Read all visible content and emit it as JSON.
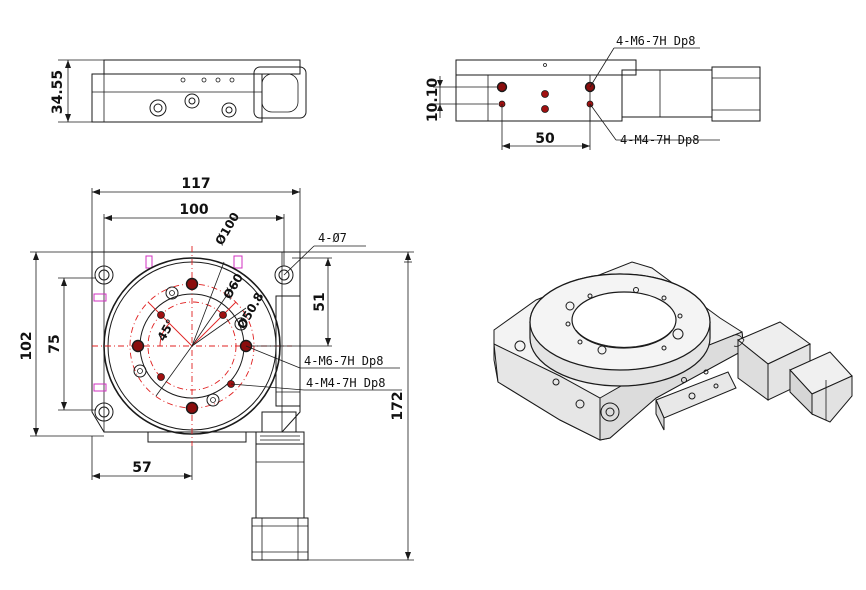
{
  "front_view": {
    "height_dim": "34.55"
  },
  "side_view": {
    "top_callout": "4-M6-7H Dp8",
    "bottom_callout": "4-M4-7H Dp8",
    "vertical_dim": "10.10",
    "horizontal_dim": "50"
  },
  "top_view": {
    "width_outer": "117",
    "width_inner": "100",
    "hole_callout": "4-Ø7",
    "dia_100": "Ø100",
    "dia_60": "Ø60",
    "dia_50_8": "Ø50.8",
    "angle": "45°",
    "callout_m6": "4-M6-7H Dp8",
    "callout_m4": "4-M4-7H Dp8",
    "height_102": "102",
    "height_75": "75",
    "dim_51": "51",
    "dim_172": "172",
    "dim_57": "57"
  }
}
